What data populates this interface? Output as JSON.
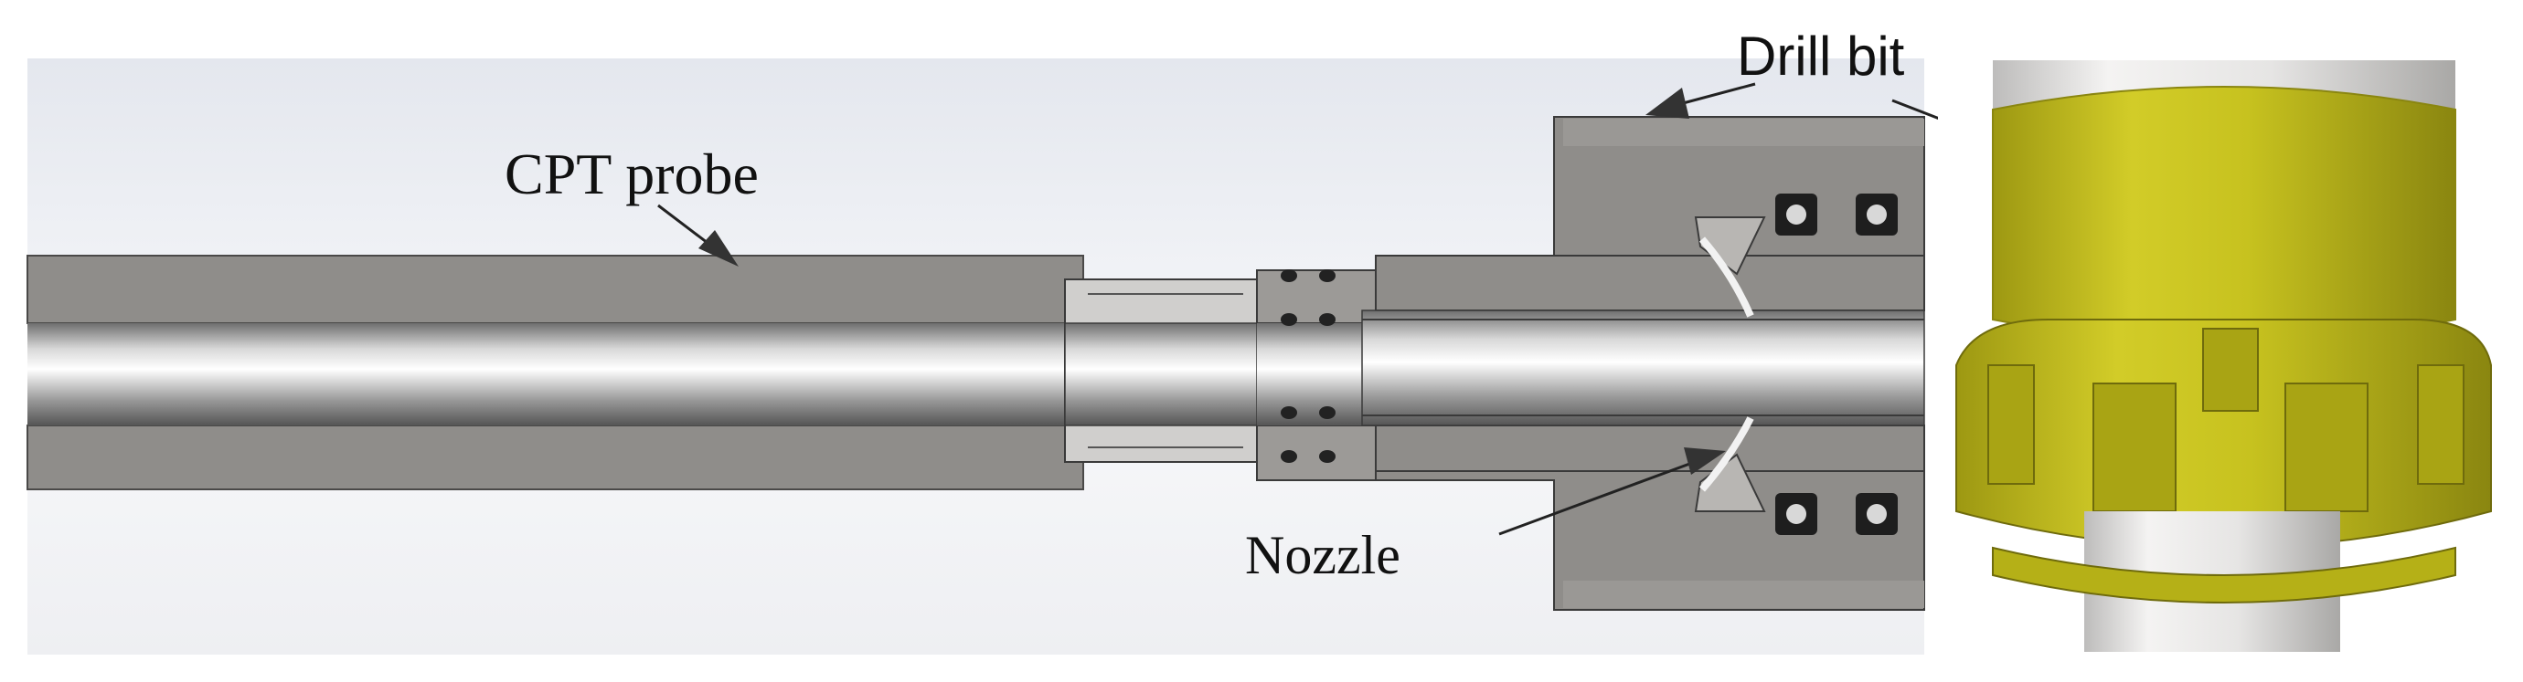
{
  "figure": {
    "labels": {
      "cpt_probe": "CPT probe",
      "drill_bit": "Drill bit",
      "nozzle": "Nozzle"
    },
    "colors": {
      "steel_gray": "#8f8d8a",
      "steel_dark": "#5f5d5b",
      "bore_light": "#f2f2f2",
      "bore_dark": "#6e6e6e",
      "seal_black": "#222222",
      "bit_yellow": "#c7c21f",
      "bit_yellow_dark": "#9a9512",
      "shaft_light": "#ecebea",
      "background_grad_top": "#e6e8ee",
      "background_grad_bottom": "#ffffff"
    }
  }
}
